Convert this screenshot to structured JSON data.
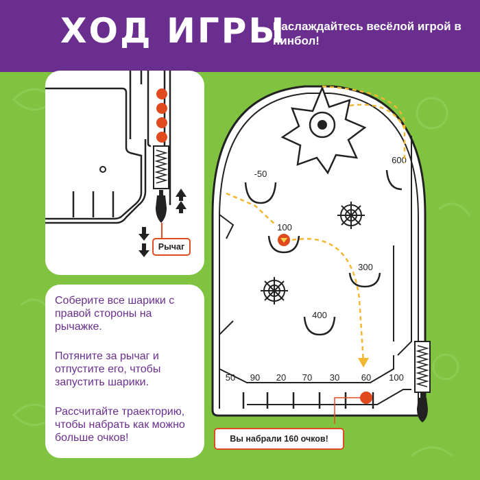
{
  "header": {
    "title": "ХОД ИГРЫ",
    "subtitle": "Наслаждайтесь весёлой игрой в пинбол!"
  },
  "inset": {
    "lever_label": "Рычаг"
  },
  "instructions": [
    "Соберите все шарики с правой стороны на рычажке.",
    "Потяните за рычаг и отпустите его, чтобы запустить шарики.",
    "Рассчитайте траекторию, чтобы набрать как можно больше очков!"
  ],
  "board": {
    "bumpers": [
      {
        "label": "-50"
      },
      {
        "label": "100"
      },
      {
        "label": "600"
      },
      {
        "label": "300"
      },
      {
        "label": "400"
      }
    ],
    "bottom_slots": [
      "50",
      "90",
      "20",
      "70",
      "30",
      "60",
      "100"
    ],
    "result_label": "Вы набрали 160 очков!"
  },
  "colors": {
    "header_purple": "#6a2f8e",
    "background_green": "#80c341",
    "ball_red": "#e04a1f",
    "trajectory_yellow": "#f2b630"
  }
}
